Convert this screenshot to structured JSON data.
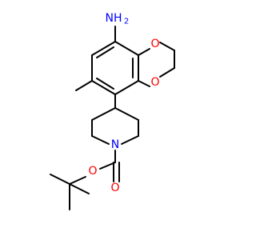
{
  "molecule": {
    "colors": {
      "bond": "#000000",
      "nitrogen": "#0000ff",
      "oxygen": "#ff0000",
      "background": "#ffffff"
    },
    "labels": {
      "amine": "NH",
      "amine_subscript": "2",
      "ring_oxygen_top": "O",
      "ring_oxygen_bottom": "O",
      "piperidine_nitrogen": "N",
      "ester_oxygen": "O",
      "carbonyl_oxygen": "O"
    }
  }
}
